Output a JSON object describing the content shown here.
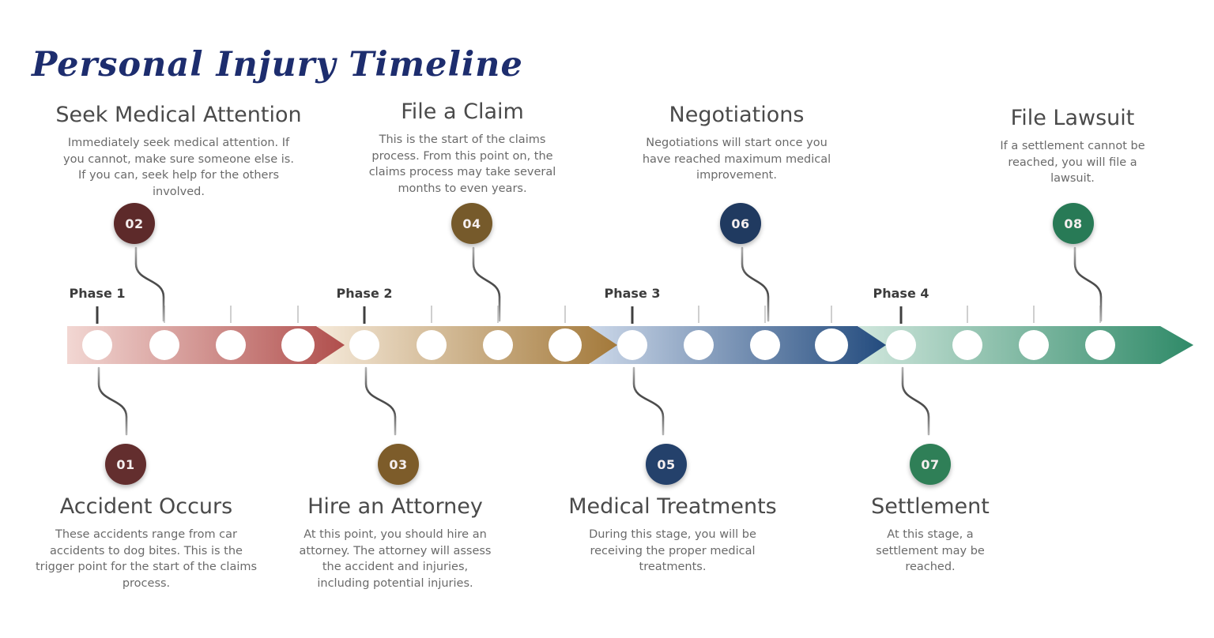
{
  "title": "Personal Injury Timeline",
  "title_color": "#1d2d6e",
  "phases": [
    {
      "label": "Phase 1"
    },
    {
      "label": "Phase 2"
    },
    {
      "label": "Phase 3"
    },
    {
      "label": "Phase 4"
    }
  ],
  "steps": [
    {
      "number": "01",
      "title": "Accident Occurs",
      "position": "bottom",
      "badge_color": "#632e2e",
      "description": "These accidents range from car accidents to dog bites. This is the trigger point for the start of the claims process."
    },
    {
      "number": "02",
      "title": "Seek Medical Attention",
      "position": "top",
      "badge_color": "#5d2a2a",
      "description": "Immediately seek medical attention. If you cannot, make sure someone else is. If you can, seek help for the others involved."
    },
    {
      "number": "03",
      "title": "Hire an Attorney",
      "position": "bottom",
      "badge_color": "#7d5c2a",
      "description": "At this point, you should hire an attorney. The attorney will assess the accident and injuries, including potential injuries."
    },
    {
      "number": "04",
      "title": "File a Claim",
      "position": "top",
      "badge_color": "#765a2b",
      "description": "This is the start of the claims process. From this point on, the claims process may take several months to even years."
    },
    {
      "number": "05",
      "title": "Medical Treatments",
      "position": "bottom",
      "badge_color": "#24416b",
      "description": "During this stage, you will be receiving the proper medical treatments."
    },
    {
      "number": "06",
      "title": "Negotiations",
      "position": "top",
      "badge_color": "#203a60",
      "description": "Negotiations will start once you have reached maximum medical improvement."
    },
    {
      "number": "07",
      "title": "Settlement",
      "position": "bottom",
      "badge_color": "#2f7f57",
      "description": "At this stage, a settlement may be reached."
    },
    {
      "number": "08",
      "title": "File Lawsuit",
      "position": "top",
      "badge_color": "#287a56",
      "description": "If a settlement cannot be reached, you will file a lawsuit."
    }
  ],
  "timeline": {
    "dots_per_segment": 4,
    "segments": [
      {
        "name": "phase-1-segment",
        "gradient_start": "#f2d7d3",
        "gradient_end": "#b04e4c"
      },
      {
        "name": "phase-2-segment",
        "gradient_start": "#f5e9d9",
        "gradient_end": "#a3793a"
      },
      {
        "name": "phase-3-segment",
        "gradient_start": "#ccd8e9",
        "gradient_end": "#234b7e"
      },
      {
        "name": "phase-4-segment",
        "gradient_start": "#cfe6dc",
        "gradient_end": "#2f8a68"
      }
    ]
  }
}
